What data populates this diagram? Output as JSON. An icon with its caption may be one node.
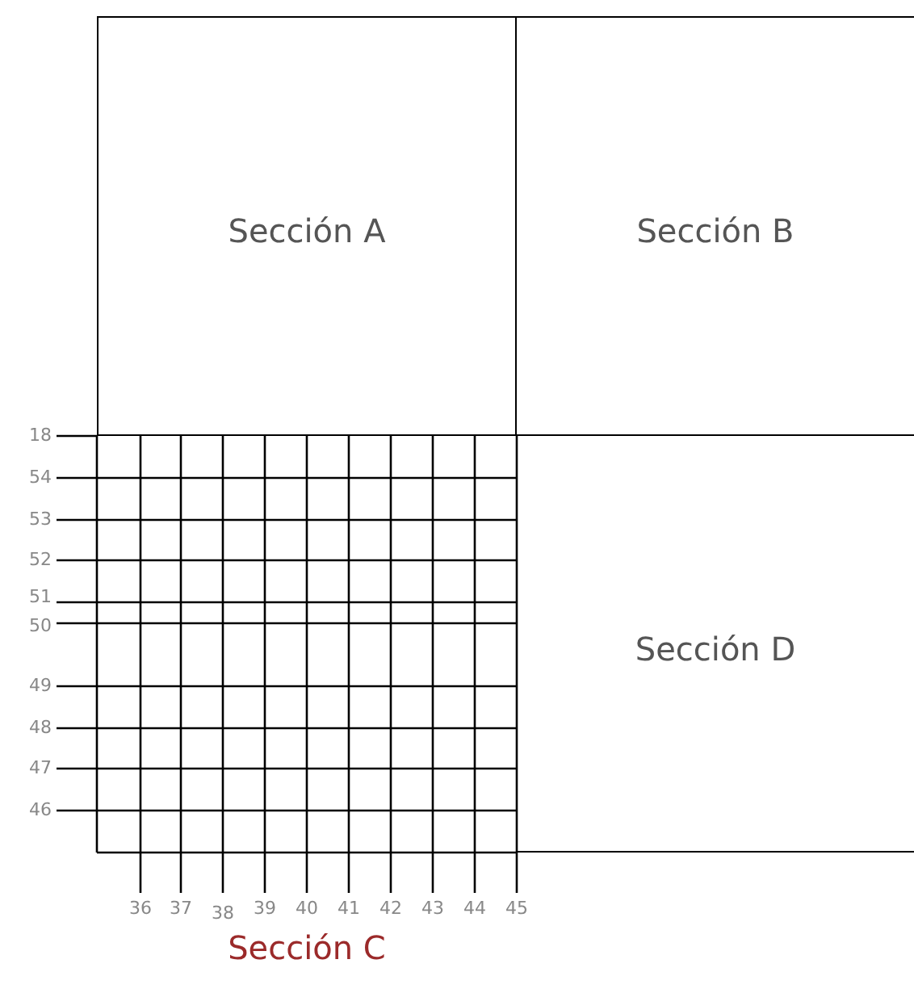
{
  "diagram": {
    "nodes": [
      {
        "text": [
          "Sección A"
        ]
      },
      {
        "text": [
          "Sección B"
        ]
      },
      {
        "text": [
          "Sección C"
        ]
      },
      {
        "text": [
          "Sección D"
        ]
      }
    ],
    "labels": [
      "18",
      "54",
      "53",
      "52",
      "51",
      "50",
      "49",
      "48",
      "47",
      "46",
      "36",
      "37",
      "38",
      "39",
      "40",
      "41",
      "42",
      "43",
      "44",
      "45"
    ]
  }
}
